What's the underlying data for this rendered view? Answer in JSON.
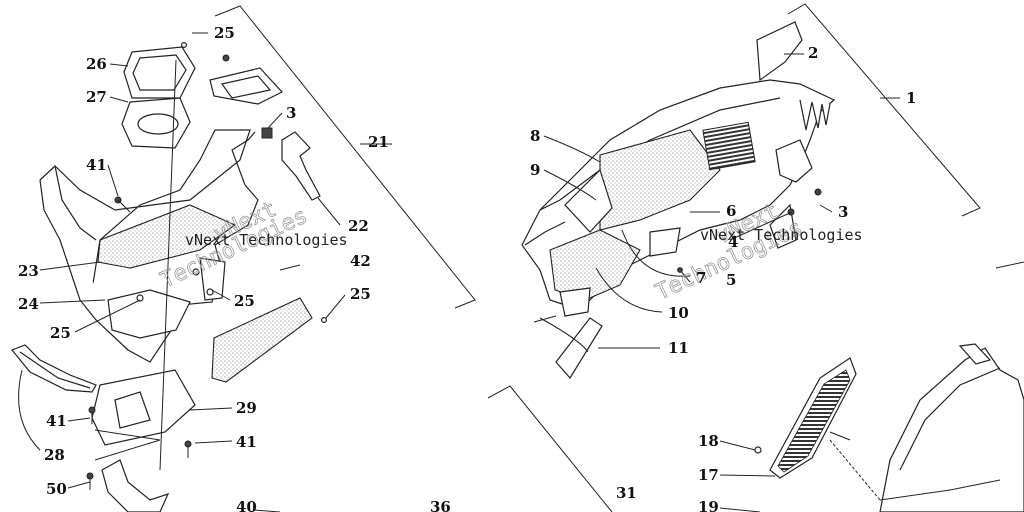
{
  "callouts": [
    {
      "id": "c25a",
      "text": "25"
    },
    {
      "id": "c26",
      "text": "26"
    },
    {
      "id": "c27",
      "text": "27"
    },
    {
      "id": "c3a",
      "text": "3"
    },
    {
      "id": "c21",
      "text": "21"
    },
    {
      "id": "c41a",
      "text": "41"
    },
    {
      "id": "c22",
      "text": "22"
    },
    {
      "id": "c42",
      "text": "42"
    },
    {
      "id": "c23",
      "text": "23"
    },
    {
      "id": "c24",
      "text": "24"
    },
    {
      "id": "c25b",
      "text": "25"
    },
    {
      "id": "c25c",
      "text": "25"
    },
    {
      "id": "c25d",
      "text": "25"
    },
    {
      "id": "c28",
      "text": "28"
    },
    {
      "id": "c41b",
      "text": "41"
    },
    {
      "id": "c29",
      "text": "29"
    },
    {
      "id": "c41c",
      "text": "41"
    },
    {
      "id": "c50",
      "text": "50"
    },
    {
      "id": "c40",
      "text": "40"
    },
    {
      "id": "c36",
      "text": "36"
    },
    {
      "id": "c2",
      "text": "2"
    },
    {
      "id": "c1",
      "text": "1"
    },
    {
      "id": "c8",
      "text": "8"
    },
    {
      "id": "c9",
      "text": "9"
    },
    {
      "id": "c6",
      "text": "6"
    },
    {
      "id": "c3b",
      "text": "3"
    },
    {
      "id": "c4",
      "text": "4"
    },
    {
      "id": "c7",
      "text": "7"
    },
    {
      "id": "c5",
      "text": "5"
    },
    {
      "id": "c10",
      "text": "10"
    },
    {
      "id": "c11",
      "text": "11"
    },
    {
      "id": "c31",
      "text": "31"
    },
    {
      "id": "c18",
      "text": "18"
    },
    {
      "id": "c17",
      "text": "17"
    },
    {
      "id": "c19",
      "text": "19"
    }
  ],
  "watermark": {
    "line1": "vNext",
    "line2": "Technologies",
    "full": "vNext Technologies"
  }
}
